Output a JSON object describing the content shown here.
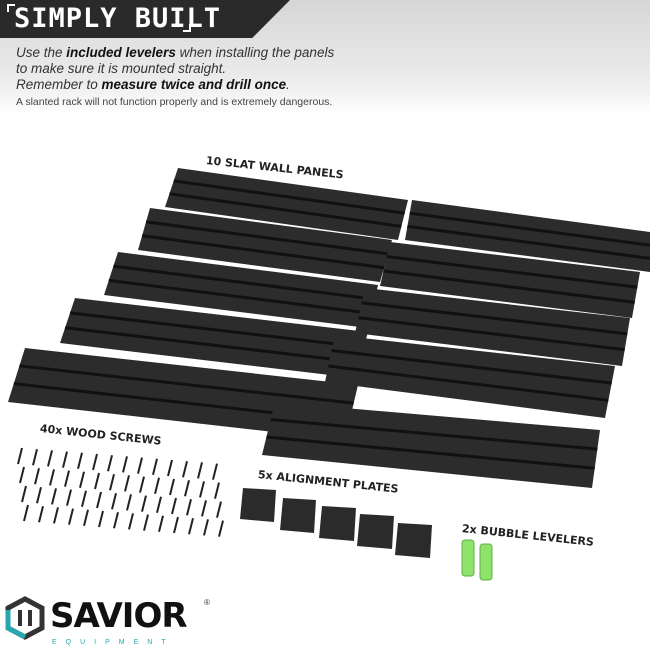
{
  "header": {
    "title": "SIMPLY BUILT",
    "line1_a": "Use the ",
    "line1_b": "included levelers",
    "line1_c": " when installing the panels",
    "line2": "to make sure it is mounted straight.",
    "line3_a": "Remember to ",
    "line3_b": "measure twice and drill once",
    "line3_c": ".",
    "note": "A slanted rack will not function properly and is extremely dangerous."
  },
  "labels": {
    "panels": "10 SLAT WALL PANELS",
    "screws": "40x WOOD SCREWS",
    "plates": "5x ALIGNMENT PLATES",
    "levelers": "2x BUBBLE LEVELERS"
  },
  "brand": {
    "name": "SAVIOR",
    "sub": "EQUIPMENT",
    "reg": "®",
    "accent": "#28a7b0"
  }
}
